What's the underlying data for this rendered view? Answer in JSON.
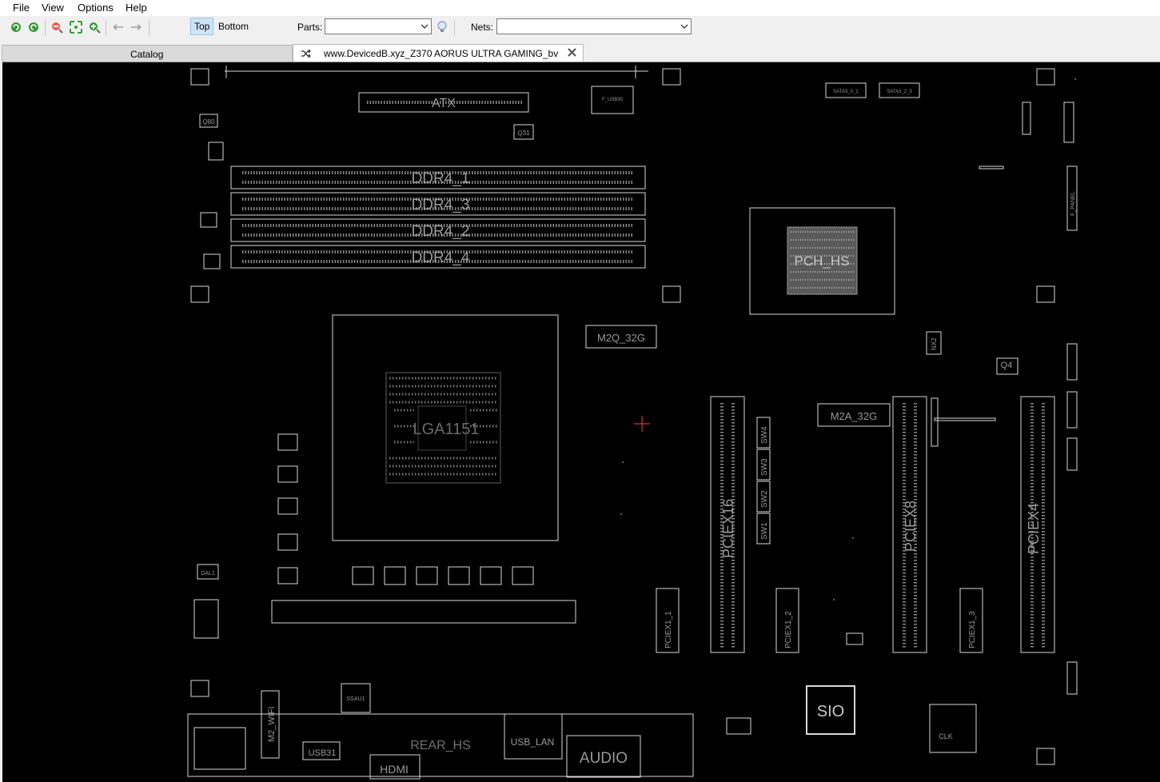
{
  "menu": {
    "file": "File",
    "view": "View",
    "options": "Options",
    "help": "Help"
  },
  "toolbar": {
    "top_label": "Top",
    "bottom_label": "Bottom",
    "parts_label": "Parts:",
    "parts_value": "",
    "nets_label": "Nets:",
    "nets_value": ""
  },
  "tabs": {
    "catalog": "Catalog",
    "document": "www.DevicedB.xyz_Z370 AORUS ULTRA GAMING_bv"
  },
  "board": {
    "atx": "ATX",
    "dimms": [
      "DDR4_1",
      "DDR4_3",
      "DDR4_2",
      "DDR4_4"
    ],
    "socket": "LGA1151",
    "pch": "PCH_HS",
    "m2q": "M2Q_32G",
    "m2a": "M2A_32G",
    "pciex16": "PCIEX16",
    "pciex8": "PCIEX8",
    "pciex4": "PCIEX4",
    "pciex1_1": "PCIEX1_1",
    "pciex1_2": "PCIEX1_2",
    "pciex1_3": "PCIEX1_3",
    "sio": "SIO",
    "audio": "AUDIO",
    "hdmi": "HDMI",
    "usb31": "USB31",
    "usb_lan": "USB_LAN",
    "rear_hs": "REAR_HS",
    "m2_wifi": "M2_WIFI",
    "q4": "Q4",
    "q31": "Q31",
    "q80": "Q80",
    "nx2": "NX2",
    "dal1": "DAL1",
    "sata1": "SATA3_0_1",
    "sata2": "SATA3_2_3",
    "sw_labels": [
      "SW4",
      "SW3",
      "SW2",
      "SW1"
    ],
    "fpanel": "F_PANEL",
    "fusb30": "F_USB30",
    "ssau1": "SSAU1",
    "clk": "CLK"
  },
  "colors": {
    "canvas": "#000000",
    "outline": "#d8d8d8",
    "label": "#9a9a9a",
    "selection_bg": "#cce4f7"
  }
}
